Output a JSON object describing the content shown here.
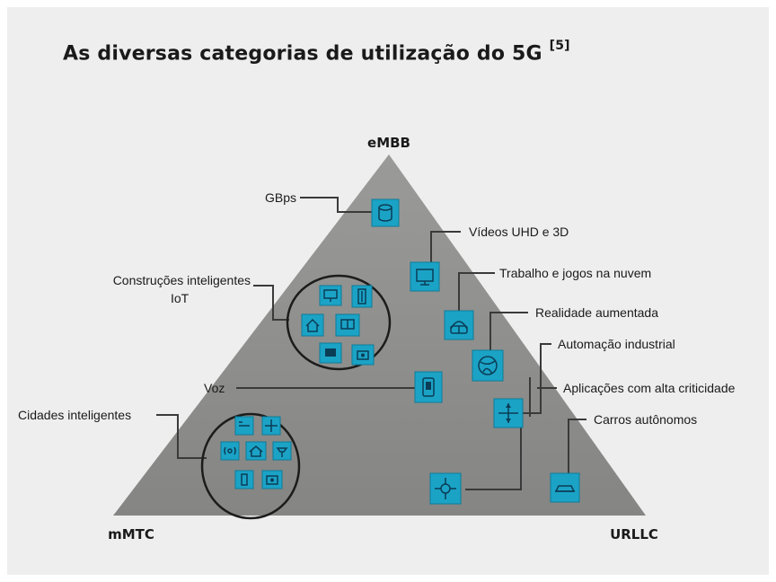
{
  "title": "As diversas categorias de utilização do 5G",
  "title_ref": "[5]",
  "vertices": {
    "top": "eMBB",
    "bottom_left": "mMTC",
    "bottom_right": "URLLC"
  },
  "labels": {
    "gbps": "GBps",
    "videos": "Vídeos UHD e 3D",
    "cloud": "Trabalho e jogos na nuvem",
    "ar": "Realidade aumentada",
    "buildings_1": "Construções inteligentes",
    "buildings_2": "IoT",
    "industrial": "Automação industrial",
    "voice": "Voz",
    "critical": "Aplicações com alta criticidade",
    "cities": "Cidades inteligentes",
    "cars": "Carros autônomos"
  },
  "colors": {
    "panel": "#eeeeee",
    "triangle": "#8a8a88",
    "icon_fill": "#1ba3c6",
    "icon_glyph": "#0b3d56",
    "line": "#3a3a3a"
  },
  "icons": [
    "database-icon",
    "monitor-icon",
    "vr-headset-icon",
    "globe-icon",
    "tablet-icon",
    "crosshair-icon",
    "car-icon",
    "hub-icon",
    "building-monitor-icon",
    "building-panel-icon",
    "house-icon",
    "window-icon",
    "city-icon"
  ]
}
